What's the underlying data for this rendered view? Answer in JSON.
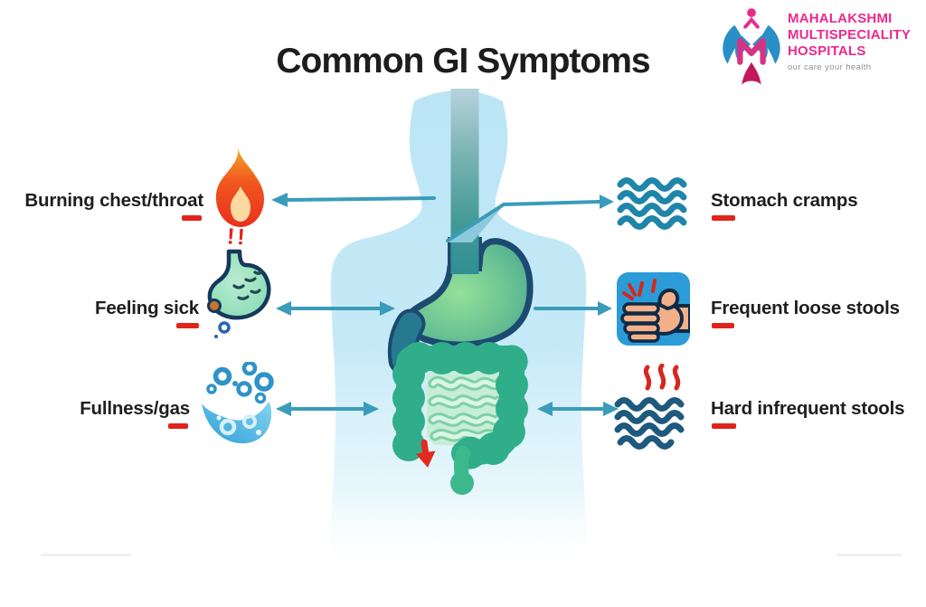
{
  "title": "Common GI Symptoms",
  "logo": {
    "name_line1": "MAHALAKSHMI",
    "name_line2": "MULTISPECIALITY",
    "name_line3": "HOSPITALS",
    "tagline": "our care your health"
  },
  "symptoms": {
    "left": [
      {
        "label": "Burning chest/throat",
        "icon": "flame-icon",
        "alert": "!!"
      },
      {
        "label": "Feeling sick",
        "icon": "nausea-stomach-icon"
      },
      {
        "label": "Fullness/gas",
        "icon": "gas-bubbles-bowl-icon"
      }
    ],
    "right": [
      {
        "label": "Stomach cramps",
        "icon": "cramp-waves-icon"
      },
      {
        "label": "Frequent loose stools",
        "icon": "hand-press-icon"
      },
      {
        "label": "Hard infrequent stools",
        "icon": "steam-waves-icon"
      }
    ]
  },
  "colors": {
    "accent_red": "#e0241b",
    "arrow_teal": "#3a9cba",
    "body_silhouette_blue": "#b9e4f5",
    "stomach_green": "#5fbf94",
    "colon_green": "#2fae89",
    "brand_pink": "#ec2a8c",
    "brand_blue": "#2a8fc7",
    "cramp_wave_blue": "#1f86aa",
    "hard_wave_navy": "#1d5a7d",
    "title_color": "#1d1d1f"
  }
}
